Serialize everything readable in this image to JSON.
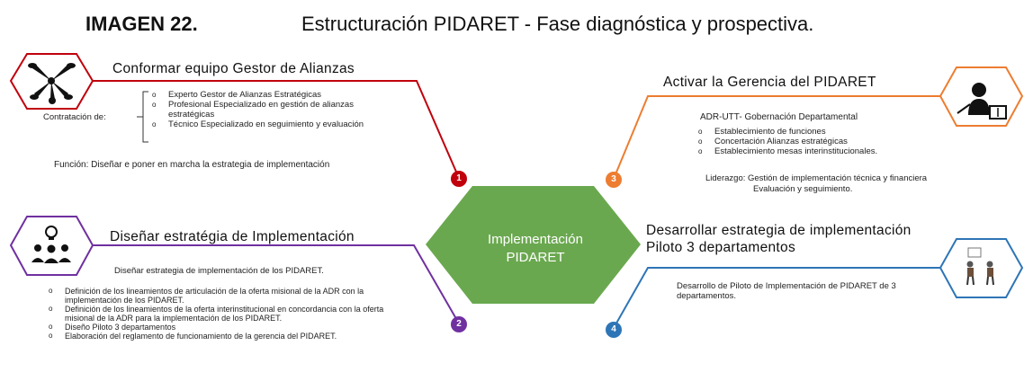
{
  "header": {
    "label": "IMAGEN 22.",
    "title": "Estructuración PIDARET - Fase diagnóstica y prospectiva."
  },
  "center": {
    "line1": "Implementación",
    "line2": "PIDARET",
    "color": "#6aa84f"
  },
  "colors": {
    "red": "#c0000c",
    "orange": "#ed7d31",
    "purple": "#7030a0",
    "blue": "#2e75b6"
  },
  "box1": {
    "number": "1",
    "heading": "Conformar equipo Gestor de Alianzas",
    "contract_label": "Contratación de:",
    "items": [
      "Experto Gestor de Alianzas Estratégicas",
      "Profesional Especializado en gestión de alianzas estratégicas",
      "Técnico Especializado en seguimiento y evaluación"
    ],
    "function": "Función: Diseñar e poner en marcha la estrategia de implementación",
    "icon": "handshake-group-icon"
  },
  "box2": {
    "number": "2",
    "heading": "Diseñar estratégia de Implementación",
    "intro": "Diseñar estrategia de implementación de los PIDARET.",
    "items": [
      "Definición de los lineamientos de articulación de la oferta misional de la ADR con la implementación de los PIDARET.",
      "Definición de los lineamientos de la oferta interinstitucional en concordancia con la oferta misional de la ADR para la implementación de los PIDARET.",
      "Diseño Piloto 3 departamentos",
      "Elaboración del reglamento de funcionamiento de la gerencia del PIDARET."
    ],
    "icon": "team-idea-icon"
  },
  "box3": {
    "number": "3",
    "heading": "Activar la Gerencia del PIDARET",
    "org": "ADR-UTT- Gobernación Departamental",
    "items": [
      "Establecimiento de funciones",
      "Concertación Alianzas estratégicas",
      "Establecimiento mesas interinstitucionales."
    ],
    "leadership1": "Liderazgo: Gestión de implementación técnica y financiera",
    "leadership2": "Evaluación y seguimiento.",
    "icon": "presenter-icon"
  },
  "box4": {
    "number": "4",
    "heading1": "Desarrollar estrategia de implementación",
    "heading2": "Piloto 3 departamentos",
    "desc": "Desarrollo de Piloto de Implementación de PIDARET de 3 departamentos.",
    "icon": "meeting-people-icon"
  }
}
